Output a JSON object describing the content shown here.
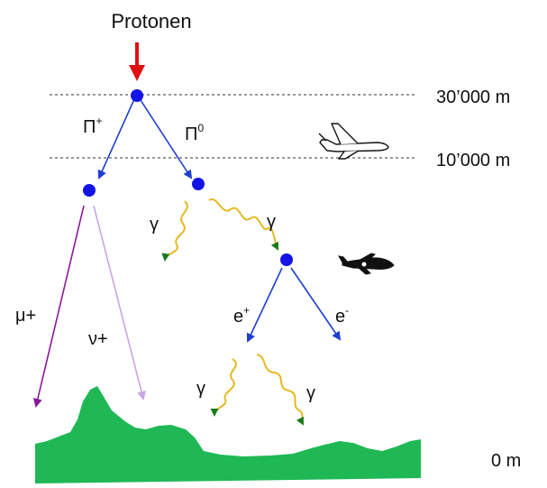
{
  "title": "Protonen",
  "altitudes": [
    "30’000 m",
    "10’000 m",
    "0 m"
  ],
  "particles": {
    "pi_plus": "Π",
    "pi_plus_sup": "+",
    "pi_zero": "Π",
    "pi_zero_sup": "0",
    "gamma": "γ",
    "e_plus": "e",
    "e_plus_sup": "+",
    "e_minus": "e",
    "e_minus_sup": "-",
    "mu_plus": "μ+",
    "nu_plus": "ν+"
  },
  "icons": [
    "airliner-icon",
    "small-plane-icon",
    "mountain-icon"
  ],
  "colors": {
    "node": "#1414e6",
    "branch": "#1f3fd0",
    "proton_arrow": "#e01010",
    "photon_wave": "#e8b820",
    "photon_head": "#1a7a1a",
    "muon": "#8a1a9a",
    "neutrino": "#c9a6e6",
    "ground": "#1fb855",
    "dashed_line": "#333333"
  }
}
